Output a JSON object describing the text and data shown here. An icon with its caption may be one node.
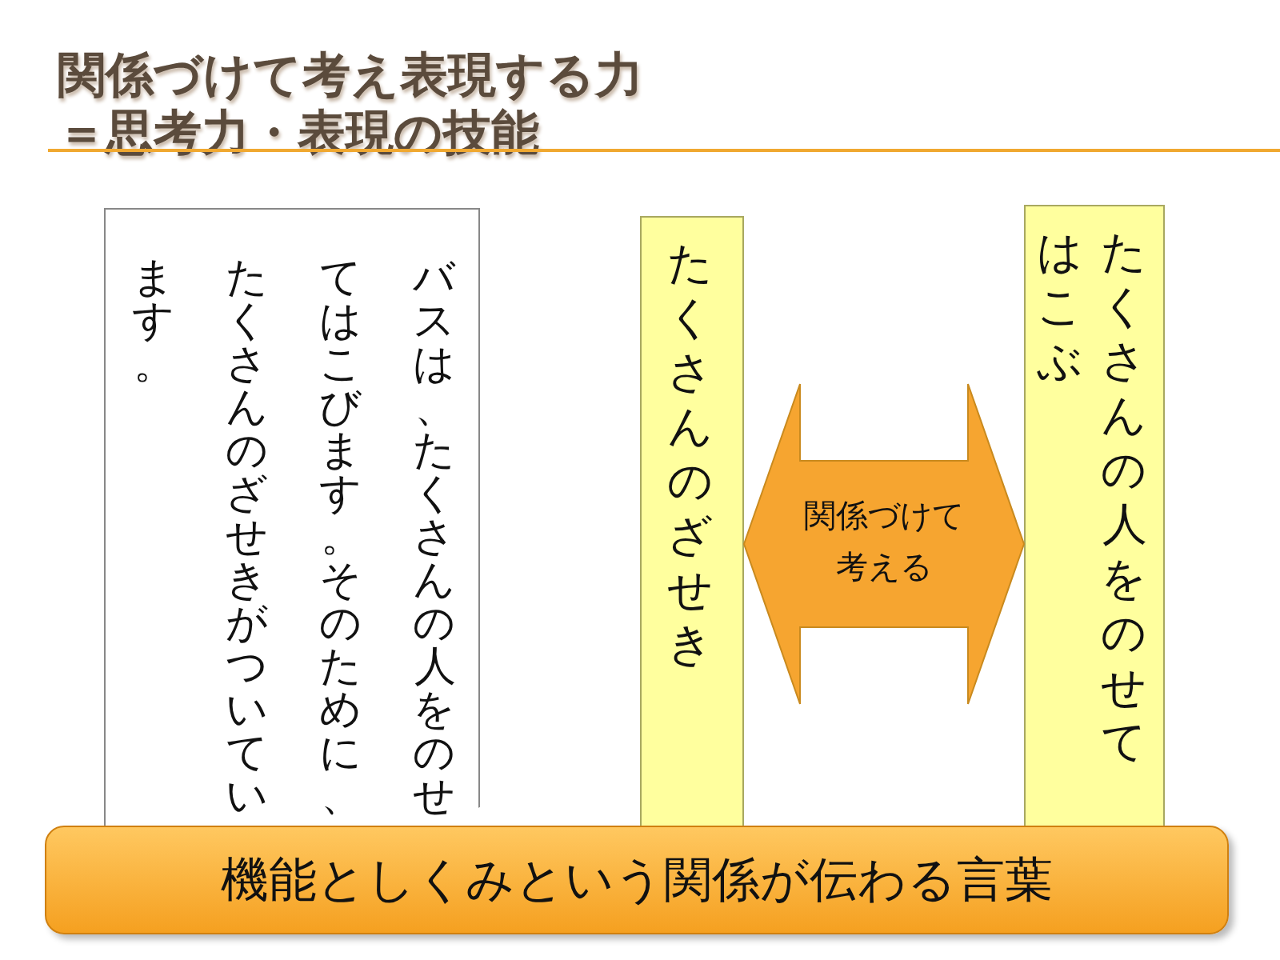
{
  "diagram": {
    "title": "関係づけて考え表現する力＝思考力・表現の技能",
    "nodes": [
      {
        "text": [
          "バスは、たくさんの人をのせてはこびます。そのために、たくさんのざせきがついています。"
        ]
      },
      {
        "text": [
          "たくさんのざせき"
        ]
      },
      {
        "text": [
          "たくさんの人をのせてはこぶ"
        ]
      },
      {
        "text": [
          "機能としくみという関係が伝わる言葉"
        ]
      }
    ],
    "edges": [
      {
        "from": 1,
        "to": 2,
        "arrow": "both",
        "label": "関係づけて考える"
      }
    ]
  }
}
